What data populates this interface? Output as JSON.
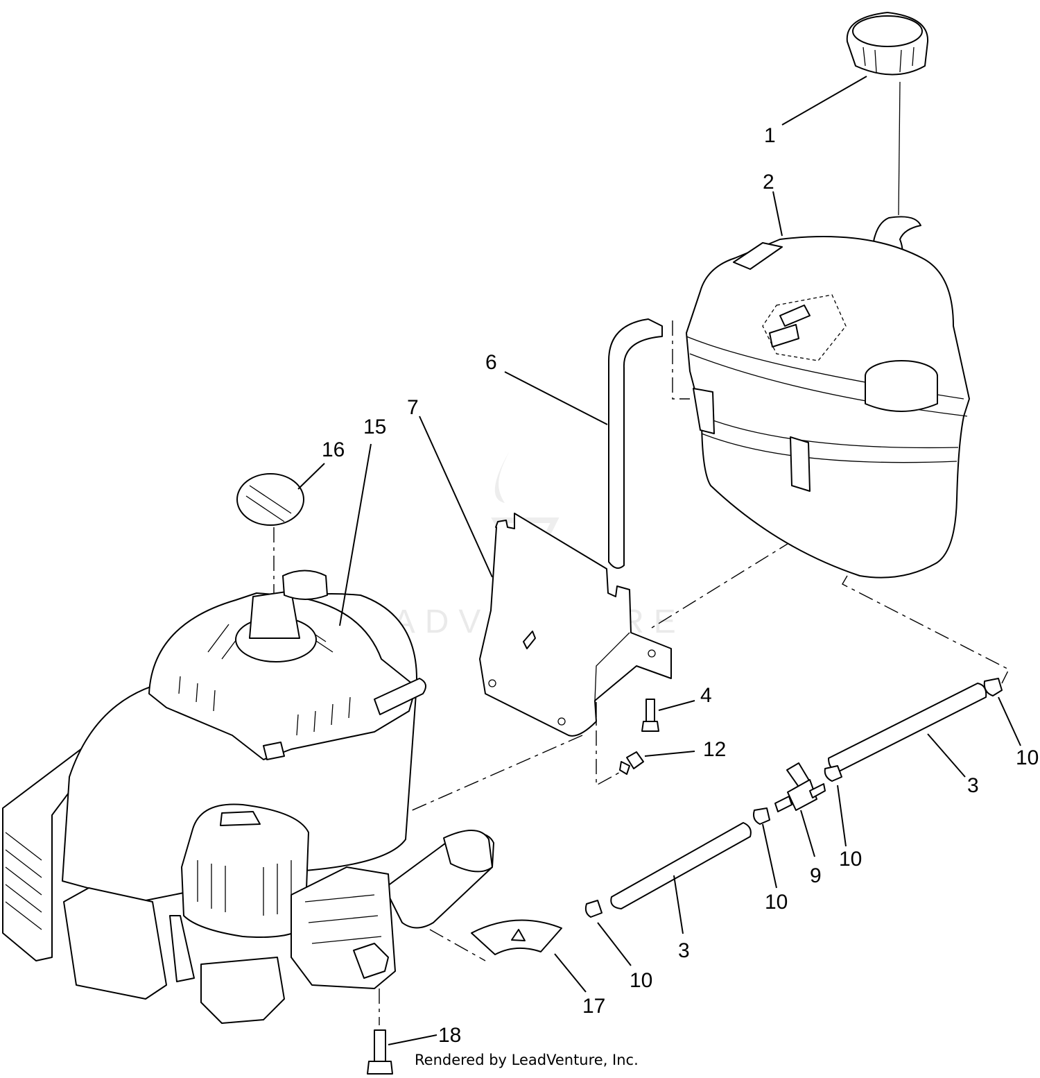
{
  "callouts": {
    "c1": "1",
    "c2": "2",
    "c3a": "3",
    "c3b": "3",
    "c4": "4",
    "c6": "6",
    "c7": "7",
    "c9": "9",
    "c10a": "10",
    "c10b": "10",
    "c10c": "10",
    "c10d": "10",
    "c12": "12",
    "c15": "15",
    "c16": "16",
    "c17": "17",
    "c18": "18"
  },
  "watermark": "LEADVENTURE",
  "footer": "Rendered by LeadVenture, Inc.",
  "colors": {
    "line": "#000000",
    "background": "#ffffff",
    "watermark": "#d9d9d9"
  }
}
